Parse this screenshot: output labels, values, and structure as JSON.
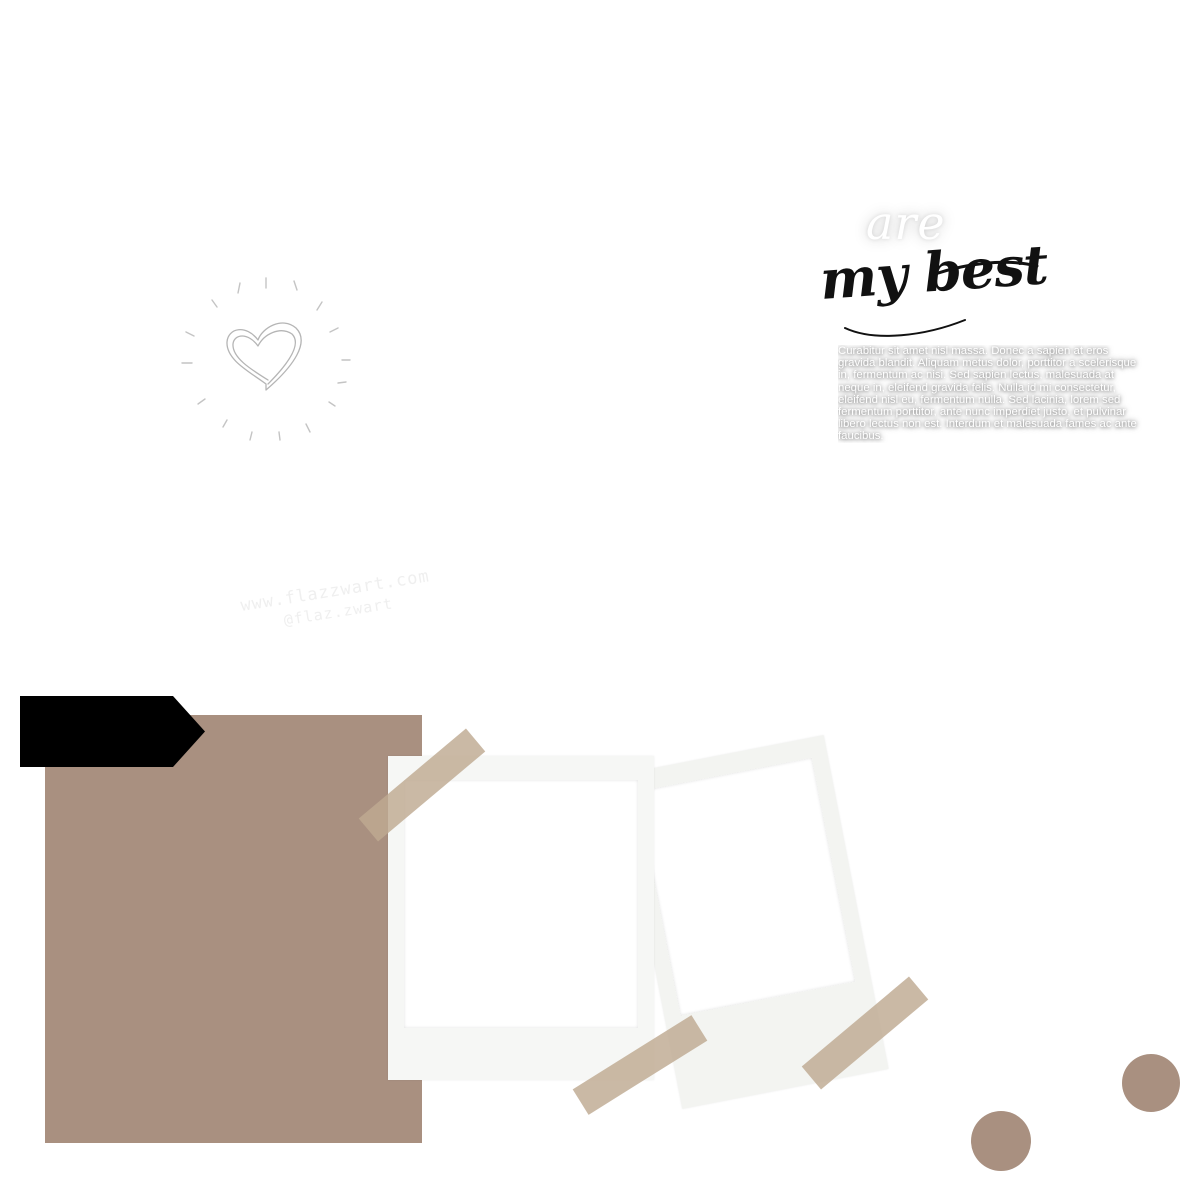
{
  "title": {
    "ghost_word": "are",
    "main": "my best"
  },
  "lorem": "Curabitur sit amet nisl massa. Donec a sapien at eros gravida blandit. Aliquam metus dolor, porttitor a scelerisque in, fermentum ac nisi. Sed sapien lectus, malesuada at neque in, eleifend gravida felis. Nulla id mi consectetur, eleifend nisl eu, fermentum nulla. Sed lacinia, lorem sed fermentum porttitor, ante nunc imperdiet justo, et pulvinar libero lectus non est. Interdum et malesuada fames ac ante faucibus.",
  "watermark": {
    "line1": "www.flazzwart.com",
    "line2": "@flaz.zwart"
  },
  "icons": {
    "heart": "heart-doodle-icon",
    "tag": "arrow-tag-shape"
  },
  "colors": {
    "brown": "#a99080",
    "tape": "#beaa91",
    "black": "#000000",
    "polaroid": "#f6f7f5"
  }
}
